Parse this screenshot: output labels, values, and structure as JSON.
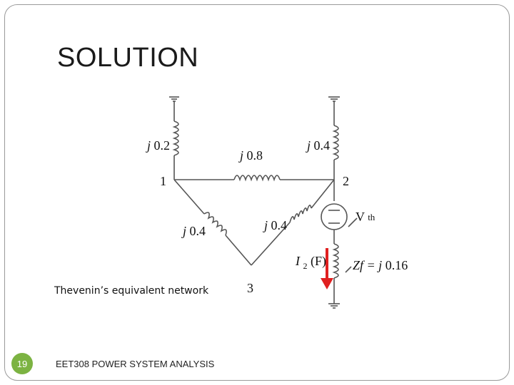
{
  "slide": {
    "title": "SOLUTION",
    "caption": "Thevenin’s equivalent network",
    "footer": "EET308 POWER SYSTEM ANALYSIS",
    "page_number": "19"
  },
  "circuit": {
    "node_1": "1",
    "node_2": "2",
    "node_3": "3",
    "x_gen1_j": "j",
    "x_gen1_val": "0.2",
    "x_gen2_j": "j",
    "x_gen2_val": "0.4",
    "x_line12_j": "j",
    "x_line12_val": "0.8",
    "x_line13_j": "j",
    "x_line13_val": "0.4",
    "x_line23_j": "j",
    "x_line23_val": "0.4",
    "vth_label": "V",
    "vth_sub": "th",
    "fault_current_i": "I",
    "fault_current_sub": "2",
    "fault_current_f": "(F)",
    "zf_label": "Zf = ",
    "zf_j": "j",
    "zf_val": "0.16"
  },
  "colors": {
    "accent_badge": "#7cb342",
    "fault_arrow": "#e02020"
  }
}
